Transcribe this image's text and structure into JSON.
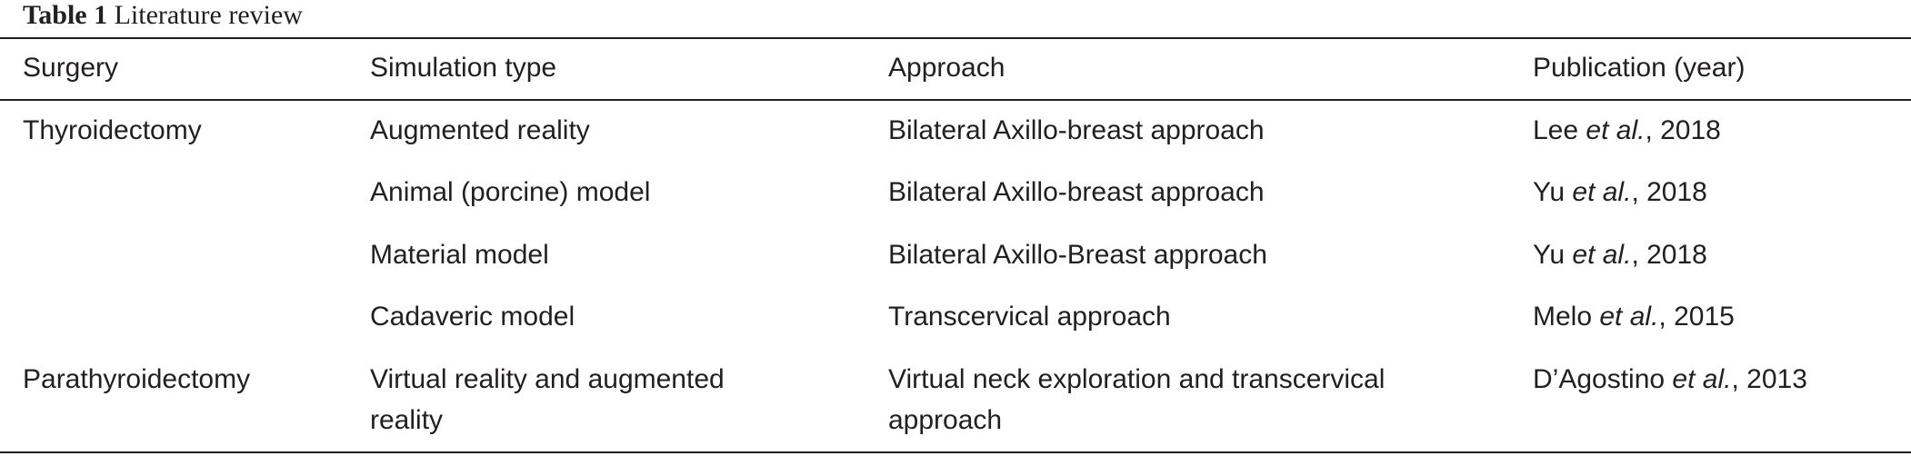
{
  "caption": {
    "label": "Table 1",
    "title": "Literature review"
  },
  "table": {
    "headers": [
      "Surgery",
      "Simulation type",
      "Approach",
      "Publication (year)"
    ],
    "rows": [
      {
        "surgery": "Thyroidectomy",
        "simulation_type": [
          "Augmented reality"
        ],
        "approach": [
          "Bilateral Axillo-breast approach"
        ],
        "publication": {
          "author": "Lee",
          "etal": "et al.",
          "year": ", 2018"
        }
      },
      {
        "surgery": "",
        "simulation_type": [
          "Animal (porcine) model"
        ],
        "approach": [
          "Bilateral Axillo-breast approach"
        ],
        "publication": {
          "author": "Yu",
          "etal": "et al.",
          "year": ", 2018"
        }
      },
      {
        "surgery": "",
        "simulation_type": [
          "Material model"
        ],
        "approach": [
          "Bilateral Axillo-Breast approach"
        ],
        "publication": {
          "author": "Yu",
          "etal": "et al.",
          "year": ", 2018"
        }
      },
      {
        "surgery": "",
        "simulation_type": [
          "Cadaveric model"
        ],
        "approach": [
          "Transcervical approach"
        ],
        "publication": {
          "author": "Melo",
          "etal": "et al.",
          "year": ", 2015"
        }
      },
      {
        "surgery": "Parathyroidectomy",
        "simulation_type": [
          "Virtual reality and augmented",
          "reality"
        ],
        "approach": [
          "Virtual neck exploration and transcervical",
          "approach"
        ],
        "publication": {
          "author": "D’Agostino",
          "etal": "et al.",
          "year": ", 2013"
        }
      }
    ]
  }
}
